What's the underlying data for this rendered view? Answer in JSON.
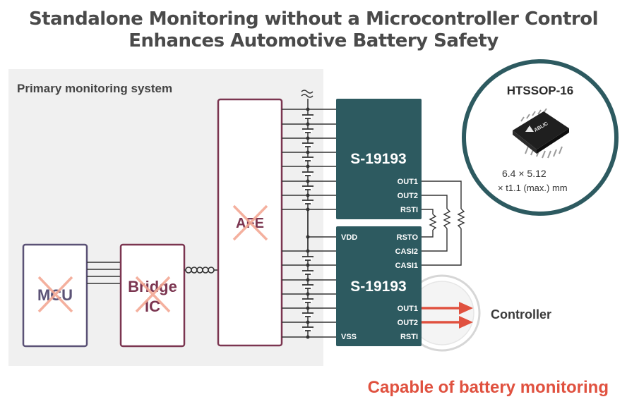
{
  "title": {
    "line1": "Standalone Monitoring without a Microcontroller Control",
    "line2": "Enhances Automotive Battery Safety"
  },
  "primary_box": {
    "label": "Primary monitoring system"
  },
  "blocks": {
    "mcu": "MCU",
    "bridge_line1": "Bridge",
    "bridge_line2": "IC",
    "afe": "AFE"
  },
  "chip_top": {
    "name": "S-19193",
    "pins": {
      "out1": "OUT1",
      "out2": "OUT2",
      "rsti": "RSTI"
    }
  },
  "chip_bottom": {
    "name": "S-19193",
    "pins": {
      "vdd": "VDD",
      "rsto": "RSTO",
      "casi2": "CASI2",
      "casi1": "CASI1",
      "out1": "OUT1",
      "out2": "OUT2",
      "vss": "VSS",
      "rsti": "RSTI"
    }
  },
  "package": {
    "name": "HTSSOP-16",
    "brand": "ABLIC",
    "dim_line1": "6.4 × 5.12",
    "dim_line2": "× t1.1 (max.) mm"
  },
  "controller": {
    "label": "Controller"
  },
  "tagline": "Capable of battery monitoring",
  "colors": {
    "chip": "#2d5a60",
    "title": "#4a4a4a",
    "accent_red": "#e0513f",
    "block_border": "#5b5276",
    "afe_border": "#7b3550",
    "cross": "#f3a894",
    "panel_bg": "#f0f0f0"
  }
}
